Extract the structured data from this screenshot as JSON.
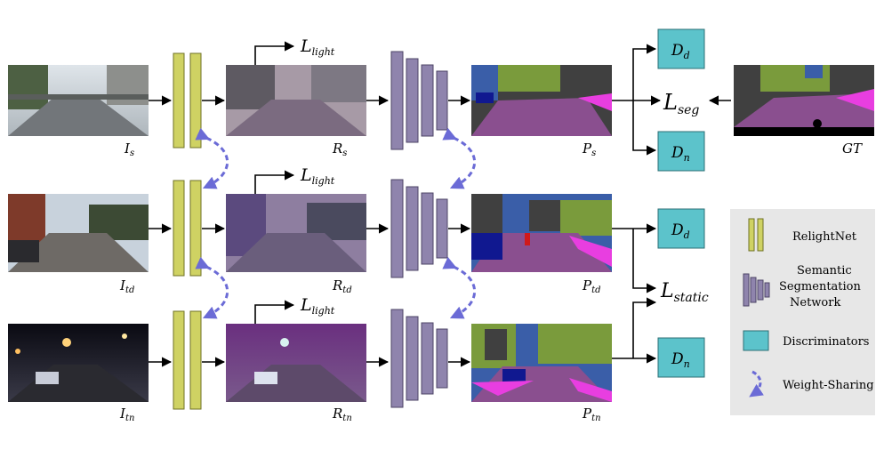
{
  "rows": [
    {
      "input": {
        "main": "I",
        "sub": "s"
      },
      "relit": {
        "main": "R",
        "sub": "s"
      },
      "pred": {
        "main": "P",
        "sub": "s"
      },
      "loss_light": {
        "main": "L",
        "sub": "light"
      }
    },
    {
      "input": {
        "main": "I",
        "sub": "td"
      },
      "relit": {
        "main": "R",
        "sub": "td"
      },
      "pred": {
        "main": "P",
        "sub": "td"
      },
      "loss_light": {
        "main": "L",
        "sub": "light"
      }
    },
    {
      "input": {
        "main": "I",
        "sub": "tn"
      },
      "relit": {
        "main": "R",
        "sub": "tn"
      },
      "pred": {
        "main": "P",
        "sub": "tn"
      },
      "loss_light": {
        "main": "L",
        "sub": "light"
      }
    }
  ],
  "discriminators": [
    {
      "main": "D",
      "sub": "d"
    },
    {
      "main": "D",
      "sub": "n"
    },
    {
      "main": "D",
      "sub": "d"
    },
    {
      "main": "D",
      "sub": "n"
    }
  ],
  "loss_seg": {
    "main": "L",
    "sub": "seg"
  },
  "loss_static": {
    "main": "L",
    "sub": "static"
  },
  "gt_label": "GT",
  "legend": {
    "relightnet": "RelightNet",
    "segnet_line1": "Semantic",
    "segnet_line2": "Segmentation",
    "segnet_line3": "Network",
    "discriminators": "Discriminators",
    "weight_sharing": "Weight-Sharing"
  },
  "colors": {
    "relightnet_fill": "#cfd263",
    "relightnet_stroke": "#6f7226",
    "segnet_fill": "#8f84ad",
    "segnet_stroke": "#4c4466",
    "disc_fill": "#5cc3cb",
    "disc_stroke": "#2c6f75",
    "weight_share": "#6b6bd6",
    "legend_bg": "#e7e7e7"
  }
}
